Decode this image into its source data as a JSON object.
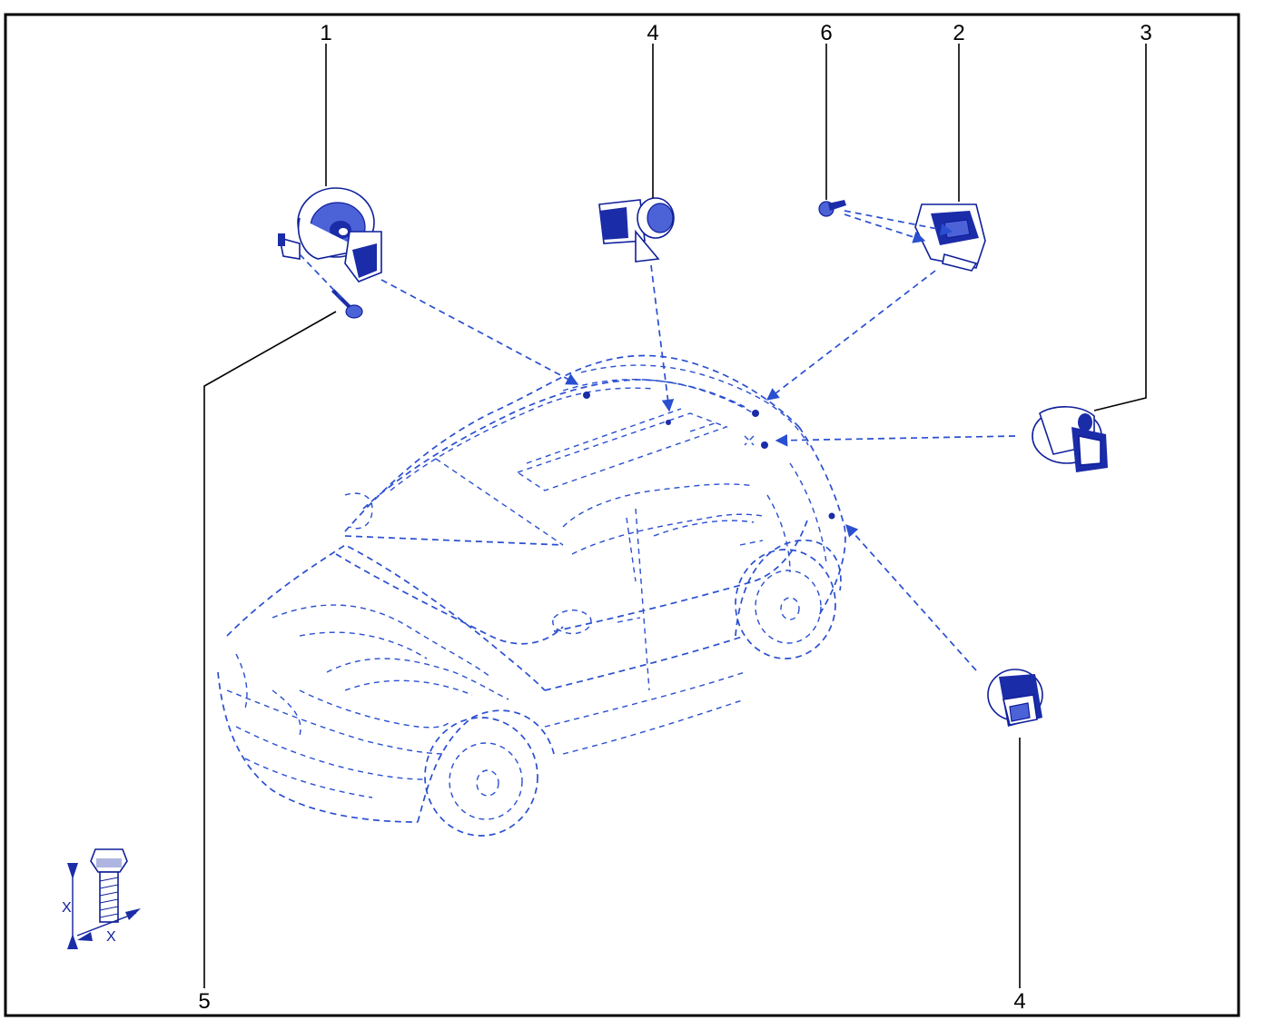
{
  "callouts": [
    {
      "id": "c1",
      "label": "1"
    },
    {
      "id": "c4top",
      "label": "4"
    },
    {
      "id": "c6",
      "label": "6"
    },
    {
      "id": "c2",
      "label": "2"
    },
    {
      "id": "c3",
      "label": "3"
    },
    {
      "id": "c5",
      "label": "5"
    },
    {
      "id": "c4bottom",
      "label": "4"
    }
  ],
  "torque_symbol": {
    "axis_mark_vertical": "X",
    "axis_mark_horizontal": "X"
  },
  "colors": {
    "line": "#2a4fd0",
    "part": "#1b2ca8",
    "frame": "#000000"
  }
}
